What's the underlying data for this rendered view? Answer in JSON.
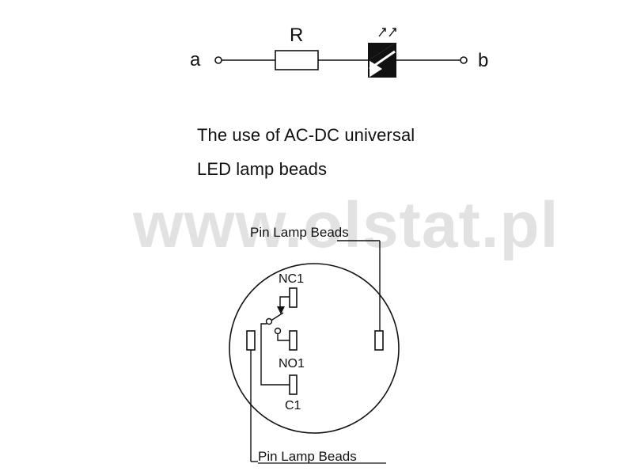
{
  "circuit": {
    "node_a": "a",
    "node_b": "b",
    "resistor_label": "R"
  },
  "caption": {
    "line1": "The use of AC-DC universal",
    "line2": "LED lamp beads"
  },
  "watermark": "www.olstat.pl",
  "switch_diagram": {
    "pin_top_label": "Pin Lamp Beads",
    "pin_bottom_label": "Pin Lamp Beads",
    "nc_label": "NC1",
    "no_label": "NO1",
    "c_label": "C1"
  }
}
